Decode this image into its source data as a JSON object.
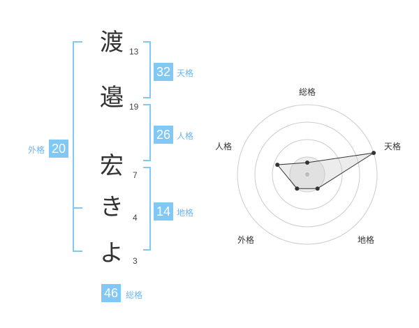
{
  "name_chars": [
    {
      "char": "渡",
      "strokes": "13"
    },
    {
      "char": "邉",
      "strokes": "19"
    },
    {
      "char": "宏",
      "strokes": "7"
    },
    {
      "char": "き",
      "strokes": "4"
    },
    {
      "char": "よ",
      "strokes": "3"
    }
  ],
  "fortunes": {
    "tenkaku": {
      "value": "32",
      "label": "天格"
    },
    "jinkaku": {
      "value": "26",
      "label": "人格"
    },
    "chikaku": {
      "value": "14",
      "label": "地格"
    },
    "gaikaku": {
      "value": "20",
      "label": "外格"
    },
    "soukaku": {
      "value": "46",
      "label": "総格"
    }
  },
  "radar": {
    "axes": [
      "総格",
      "天格",
      "地格",
      "外格",
      "人格"
    ],
    "levels": 4,
    "values": [
      0.17,
      1.0,
      0.25,
      0.25,
      0.45
    ],
    "colors": {
      "accent": "#82c8f5",
      "grid": "#cccccc",
      "fill": "#eeeeee",
      "line": "#333333"
    }
  }
}
